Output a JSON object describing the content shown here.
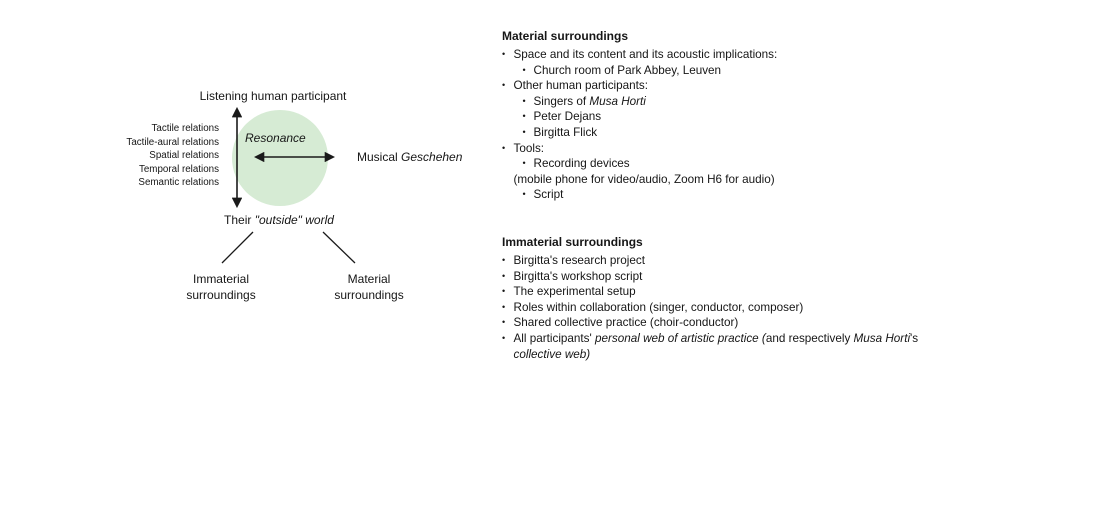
{
  "diagram": {
    "top_label": "Listening human participant",
    "resonance_label": "Resonance",
    "musical_label_segments": [
      {
        "t": "Musical "
      },
      {
        "t": "Geschehen",
        "i": true
      }
    ],
    "outside_label_segments": [
      {
        "t": "Their "
      },
      {
        "t": "\"outside\" world",
        "i": true
      }
    ],
    "relations": [
      "Tactile relations",
      "Tactile-aural relations",
      "Spatial relations",
      "Temporal relations",
      "Semantic relations"
    ],
    "immaterial_branch": {
      "line1": "Immaterial",
      "line2": "surroundings"
    },
    "material_branch": {
      "line1": "Material",
      "line2": "surroundings"
    },
    "circle_color": "#d6ebd4",
    "line_color": "#1a1a1a"
  },
  "material_block": {
    "title": "Material surroundings",
    "items": [
      {
        "level": 1,
        "bullet": true,
        "segments": [
          {
            "t": "Space and its content and its acoustic implications:"
          }
        ]
      },
      {
        "level": 2,
        "bullet": true,
        "segments": [
          {
            "t": "Church room of Park Abbey, Leuven"
          }
        ]
      },
      {
        "level": 1,
        "bullet": true,
        "segments": [
          {
            "t": "Other human participants:"
          }
        ]
      },
      {
        "level": 2,
        "bullet": true,
        "segments": [
          {
            "t": "Singers of "
          },
          {
            "t": "Musa Horti",
            "i": true
          }
        ]
      },
      {
        "level": 2,
        "bullet": true,
        "segments": [
          {
            "t": "Peter Dejans"
          }
        ]
      },
      {
        "level": 2,
        "bullet": true,
        "segments": [
          {
            "t": "Birgitta Flick"
          }
        ]
      },
      {
        "level": 1,
        "bullet": true,
        "segments": [
          {
            "t": "Tools:"
          }
        ]
      },
      {
        "level": 2,
        "bullet": true,
        "segments": [
          {
            "t": "Recording devices"
          }
        ]
      },
      {
        "level": 1,
        "bullet": false,
        "segments": [
          {
            "t": "(mobile phone for video/audio, Zoom H6 for audio)"
          }
        ]
      },
      {
        "level": 2,
        "bullet": true,
        "segments": [
          {
            "t": "Script"
          }
        ]
      }
    ]
  },
  "immaterial_block": {
    "title": "Immaterial surroundings",
    "items": [
      {
        "level": 1,
        "bullet": true,
        "segments": [
          {
            "t": "Birgitta's research project"
          }
        ]
      },
      {
        "level": 1,
        "bullet": true,
        "segments": [
          {
            "t": "Birgitta's workshop script"
          }
        ]
      },
      {
        "level": 1,
        "bullet": true,
        "segments": [
          {
            "t": "The experimental setup"
          }
        ]
      },
      {
        "level": 1,
        "bullet": true,
        "segments": [
          {
            "t": "Roles within collaboration (singer, conductor, composer)"
          }
        ]
      },
      {
        "level": 1,
        "bullet": true,
        "segments": [
          {
            "t": "Shared collective practice (choir-conductor)"
          }
        ]
      },
      {
        "level": 1,
        "bullet": true,
        "segments": [
          {
            "t": "All participants' "
          },
          {
            "t": "personal web of artistic practice (",
            "i": true
          },
          {
            "t": "and respectively "
          },
          {
            "t": "Musa Horti",
            "i": true
          },
          {
            "t": "'s"
          }
        ]
      },
      {
        "level": 1,
        "bullet": false,
        "segments": [
          {
            "t": "collective web)",
            "i": true
          }
        ]
      }
    ]
  }
}
